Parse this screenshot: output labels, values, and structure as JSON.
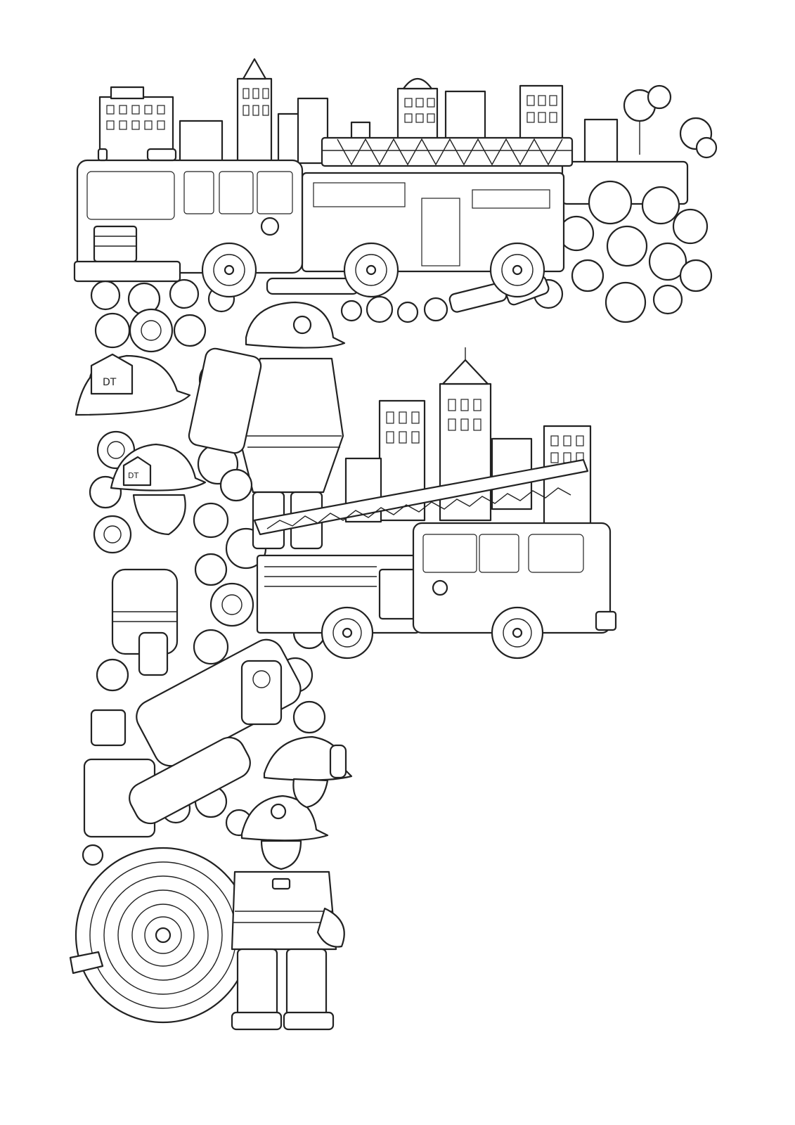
{
  "image": {
    "subject": "letter-f",
    "style": "line-art",
    "colors": {
      "ink": "#222222",
      "paper": "#ffffff"
    },
    "helmet_badges": [
      "DT",
      "DT"
    ]
  }
}
